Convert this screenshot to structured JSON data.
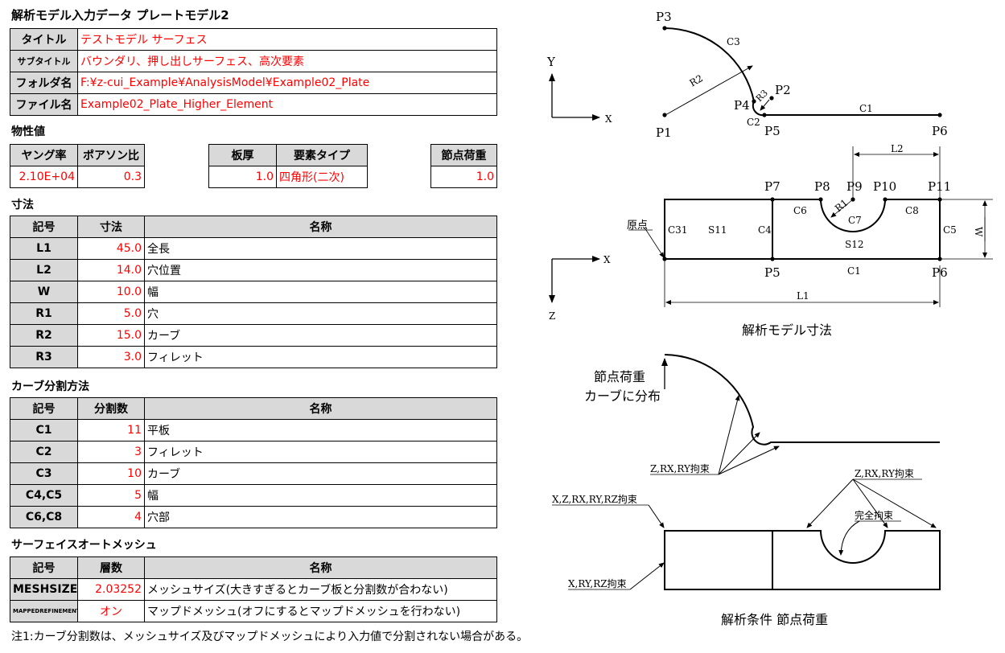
{
  "header": {
    "title": "解析モデル入力データ プレートモデル2"
  },
  "info": {
    "rows": [
      {
        "label": "タイトル",
        "value": "テストモデル サーフェス"
      },
      {
        "label": "サブタイトル",
        "value": "バウンダリ、押し出しサーフェス、高次要素"
      },
      {
        "label": "フォルダ名",
        "value": "F:¥z-cui_Example¥AnalysisModel¥Example02_Plate"
      },
      {
        "label": "ファイル名",
        "value": "Example02_Plate_Higher_Element"
      }
    ]
  },
  "material": {
    "title": "物性値",
    "young_label": "ヤング率",
    "young_value": "2.10E+04",
    "poisson_label": "ポアソン比",
    "poisson_value": "0.3",
    "thickness_label": "板厚",
    "thickness_value": "1.0",
    "elemtype_label": "要素タイプ",
    "elemtype_value": "四角形(二次)",
    "load_label": "節点荷重",
    "load_value": "1.0"
  },
  "dims": {
    "title": "寸法",
    "headers": [
      "記号",
      "寸法",
      "名称"
    ],
    "rows": [
      {
        "sym": "L1",
        "val": "45.0",
        "name": "全長"
      },
      {
        "sym": "L2",
        "val": "14.0",
        "name": "穴位置"
      },
      {
        "sym": "W",
        "val": "10.0",
        "name": "幅"
      },
      {
        "sym": "R1",
        "val": "5.0",
        "name": "穴"
      },
      {
        "sym": "R2",
        "val": "15.0",
        "name": "カーブ"
      },
      {
        "sym": "R3",
        "val": "3.0",
        "name": "フィレット"
      }
    ]
  },
  "curves": {
    "title": "カーブ分割方法",
    "headers": [
      "記号",
      "分割数",
      "名称"
    ],
    "rows": [
      {
        "sym": "C1",
        "val": "11",
        "name": "平板"
      },
      {
        "sym": "C2",
        "val": "3",
        "name": "フィレット"
      },
      {
        "sym": "C3",
        "val": "10",
        "name": "カーブ"
      },
      {
        "sym": "C4,C5",
        "val": "5",
        "name": "幅"
      },
      {
        "sym": "C6,C8",
        "val": "4",
        "name": "穴部"
      }
    ]
  },
  "mesh": {
    "title": "サーフェイスオートメッシュ",
    "headers": [
      "記号",
      "層数",
      "名称"
    ],
    "rows": [
      {
        "sym": "MESHSIZE",
        "val": "2.03252",
        "name": "メッシュサイズ(大きすぎるとカーブ板と分割数が合わない)"
      },
      {
        "sym": "MAPPEDREFINEMENT",
        "val": "オン",
        "name": "マップドメッシュ(オフにするとマップドメッシュを行わない)"
      }
    ]
  },
  "note": "注1:カーブ分割数は、メッシュサイズ及びマップドメッシュにより入力値で分割されない場合がある。",
  "diagram": {
    "axis_top": {
      "y": "Y",
      "x": "X"
    },
    "axis_mid": {
      "x": "X",
      "z": "Z"
    },
    "points_top": [
      "P1",
      "P2",
      "P3",
      "P4",
      "P5",
      "P6"
    ],
    "curves_top": [
      "C1",
      "C2",
      "C3",
      "R2",
      "R3"
    ],
    "points_mid": [
      "P5",
      "P6",
      "P7",
      "P8",
      "P9",
      "P10",
      "P11"
    ],
    "curves_mid": [
      "C1",
      "C4",
      "C5",
      "C6",
      "C7",
      "C8",
      "C31",
      "S11",
      "S12",
      "R1",
      "L1",
      "L2",
      "W"
    ],
    "origin_label": "原点",
    "caption_model": "解析モデル寸法",
    "load_note_1": "節点荷重",
    "load_note_2": "カーブに分布",
    "bc_z_rx_ry_1": "Z,RX,RY拘束",
    "bc_z_rx_ry_2": "Z,RX,RY拘束",
    "bc_xzrxryrz": "X,Z,RX,RY,RZ拘束",
    "bc_full": "完全拘束",
    "bc_xryrz": "X,RY,RZ拘束",
    "caption_conditions": "解析条件 節点荷重"
  }
}
